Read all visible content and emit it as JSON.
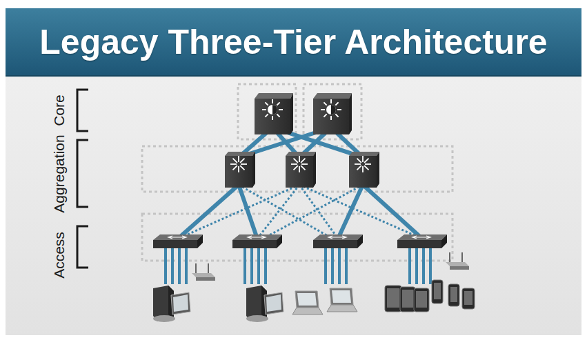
{
  "diagram": {
    "title": "Legacy Three-Tier Architecture",
    "labels": [
      "Core",
      "Aggregation",
      "Access"
    ]
  }
}
